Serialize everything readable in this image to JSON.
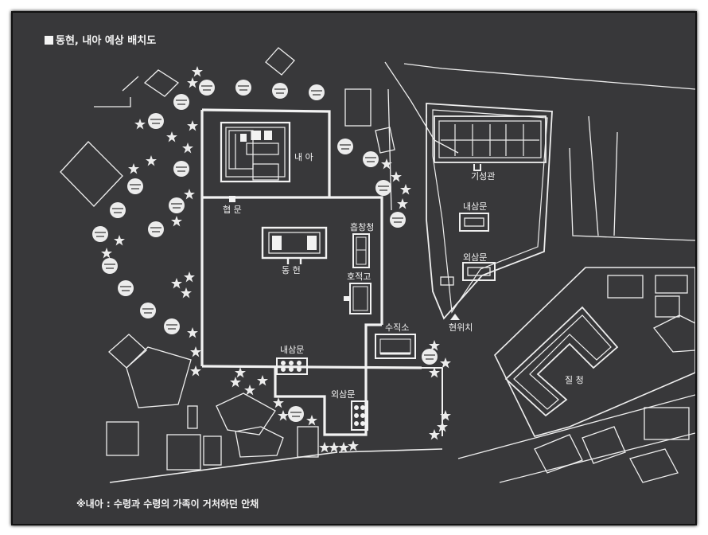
{
  "title": "동현, 내아 예상 배치도",
  "footnote": "※내아 : 수령과  수령의 가족이 거처하던 안채",
  "labels": {
    "naea": "내 아",
    "hyeopmun": "협 문",
    "donghyeon": "동 헌",
    "heupchangcheong": "흡창청",
    "hojeokgo": "호적고",
    "sujikso": "수직소",
    "naesammun_left": "내삼문",
    "oesammun_left": "외삼문",
    "giseonggwan": "기성관",
    "naesammun_right": "내삼문",
    "oesammun_right": "외삼문",
    "hyeonwichi": "현위치",
    "jilcheong": "질 청"
  },
  "colors": {
    "background": "#38383a",
    "lines": "#f2f2f2"
  }
}
